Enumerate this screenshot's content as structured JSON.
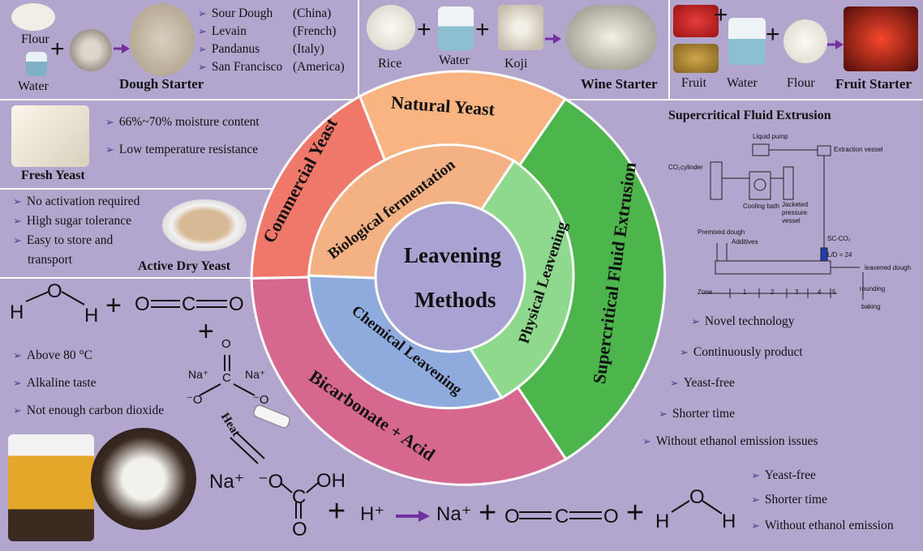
{
  "center": {
    "line1": "Leavening",
    "line2": "Methods"
  },
  "rings": {
    "natural_yeast": "Natural Yeast",
    "commercial_yeast": "Commercial Yeast",
    "biological_fermentation": "Biological fermentation",
    "physical_leavening": "Physical Leavening",
    "supercritical_fluid_extrusion": "Supercritical Fluid Extrusion",
    "chemical_leavening": "Chemical Leavening",
    "bicarbonate_acid": "Bicarbonate + Acid"
  },
  "dough_starter": {
    "flour": "Flour",
    "water": "Water",
    "title": "Dough Starter",
    "items": [
      {
        "name": "Sour Dough",
        "origin": "(China)"
      },
      {
        "name": "Levain",
        "origin": "(French)"
      },
      {
        "name": "Pandanus",
        "origin": "(Italy)"
      },
      {
        "name": "San Francisco",
        "origin": "(America)"
      }
    ]
  },
  "wine_starter": {
    "rice": "Rice",
    "water": "Water",
    "koji": "Koji",
    "title": "Wine Starter"
  },
  "fruit_starter": {
    "fruit": "Fruit",
    "water": "Water",
    "flour": "Flour",
    "title": "Fruit Starter"
  },
  "fresh_yeast": {
    "title": "Fresh Yeast",
    "bullets": [
      "66%~70% moisture content",
      "Low temperature resistance"
    ]
  },
  "active_dry_yeast": {
    "title": "Active Dry Yeast",
    "bullets": [
      "No activation required",
      "High sugar tolerance",
      "Easy to store and",
      "transport"
    ]
  },
  "sfe": {
    "title": "Supercritical Fluid Extrusion",
    "diagram": {
      "liquid_pump": "Liquid pump",
      "extraction_vessel": "Extraction vessel",
      "co2_cylinder": "CO₂cylinder",
      "cooling_bath": "Cooling bath",
      "jacketed": "Jacketed",
      "pressure": "pressure",
      "vessel": "vessel",
      "premixed_dough": "Premixed dough",
      "additives": "Additives",
      "sc_co2": "SC-CO₂",
      "ld": "L/D = 24",
      "leavened_dough": "leavened dough",
      "rounding": "rounding",
      "baking": "baking",
      "zone": "Zone",
      "zones": [
        "1",
        "2",
        "3",
        "4",
        "5"
      ]
    },
    "bullets": [
      "Novel technology",
      "Continuously product",
      "Yeast-free",
      "Shorter time",
      "Without ethanol emission issues"
    ]
  },
  "chemical": {
    "h": "H",
    "o": "O",
    "c": "C",
    "na_plus": "Na⁺",
    "o_minus": "⁻O",
    "heat": "Heat",
    "bullets": [
      "Above 80 °C",
      "Alkaline taste",
      "Not enough carbon dioxide"
    ]
  },
  "reaction": {
    "na_plus": "Na⁺",
    "o_minus": "⁻O",
    "c": "C",
    "oh": "OH",
    "o": "O",
    "h_plus": "H⁺",
    "h": "H",
    "bullets": [
      "Yeast-free",
      "Shorter time",
      "Without ethanol emission"
    ]
  },
  "colors": {
    "panel": "#b3a6ce",
    "natural": "#f9b482",
    "commercial": "#f0786a",
    "bio": "#f4b183",
    "physical": "#8fd98f",
    "sfe": "#4cb54c",
    "chemical": "#8faadc",
    "bicarbonate": "#d6678f",
    "center": "#a9a3d3",
    "arrow": "#7030a0"
  }
}
